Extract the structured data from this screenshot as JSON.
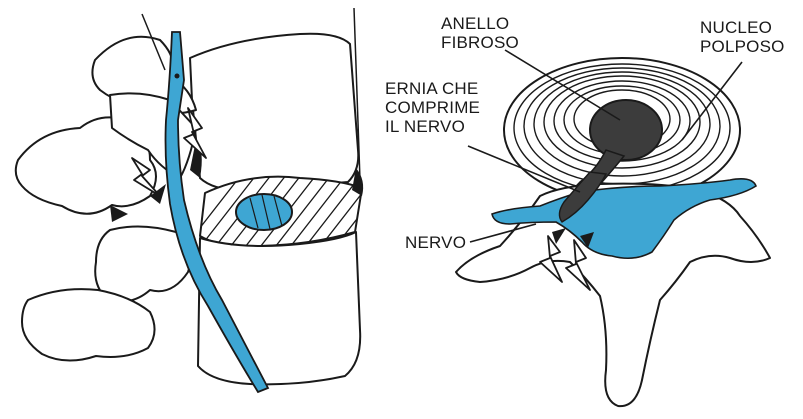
{
  "labels": {
    "anello_fibroso": [
      "ANELLO",
      "FIBROSO"
    ],
    "nucleo_polposo": [
      "NUCLEO",
      "POLPOSO"
    ],
    "ernia": [
      "ERNIA CHE",
      "COMPRIME",
      "IL NERVO"
    ],
    "nervo": "NERVO"
  },
  "colors": {
    "nerve": "#3ea6d3",
    "nucleus": "#3c3c3c",
    "outline": "#1a1a1a",
    "bone": "#ffffff"
  }
}
